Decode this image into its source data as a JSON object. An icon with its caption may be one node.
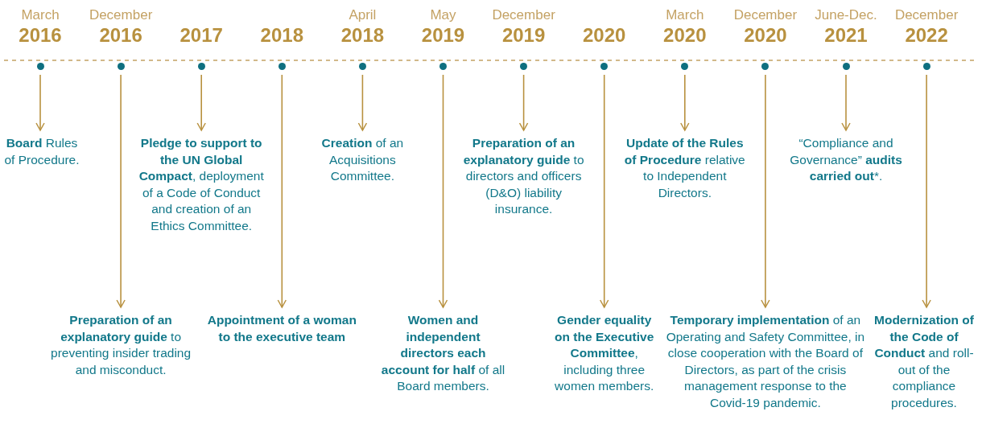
{
  "diagram": {
    "nodes": [
      {
        "text": [
          "March",
          "2016"
        ]
      },
      {
        "text": [
          "December",
          "2016"
        ]
      },
      {
        "text": [
          "2017"
        ]
      },
      {
        "text": [
          "2018"
        ]
      },
      {
        "text": [
          "April",
          "2018"
        ]
      },
      {
        "text": [
          "May",
          "2019"
        ]
      },
      {
        "text": [
          "December",
          "2019"
        ]
      },
      {
        "text": [
          "2020"
        ]
      },
      {
        "text": [
          "March",
          "2020"
        ]
      },
      {
        "text": [
          "December",
          "2020"
        ]
      },
      {
        "text": [
          "June-Dec.",
          "2021"
        ]
      },
      {
        "text": [
          "December",
          "2022"
        ]
      },
      {
        "text": [
          "**Board** Rules of Procedure."
        ]
      },
      {
        "text": [
          "**Preparation of an explanatory guide** to preventing insider trading and misconduct."
        ]
      },
      {
        "text": [
          "**Pledge to support to the UN Global Compact**, deployment of a Code of Conduct and creation of an Ethics Committee."
        ]
      },
      {
        "text": [
          "**Appointment of a woman to the executive team**"
        ]
      },
      {
        "text": [
          "**Creation** of an Acquisitions Committee."
        ]
      },
      {
        "text": [
          "**Women and independent directors each account for half** of all Board members."
        ]
      },
      {
        "text": [
          "**Preparation of an explanatory guide** to directors and officers (D&O) liability insurance."
        ]
      },
      {
        "text": [
          "**Gender equality on the Executive Committee**, including three women members."
        ]
      },
      {
        "text": [
          "**Update of the Rules of Procedure** relative to Independent Directors."
        ]
      },
      {
        "text": [
          "**Temporary implementation** of an Operating and Safety Committee, in close cooperation with the Board of Directors, as part of the crisis management response to the Covid-19 pandemic."
        ]
      },
      {
        "text": [
          "“Compliance and Governance” **audits carried out***."
        ]
      },
      {
        "text": [
          "**Modernization of the Code of Conduct** and roll-out of the compliance procedures."
        ]
      }
    ],
    "edges": [
      {
        "from": 0,
        "to": 12,
        "arrow": "to"
      },
      {
        "from": 1,
        "to": 13,
        "arrow": "to"
      },
      {
        "from": 2,
        "to": 14,
        "arrow": "to"
      },
      {
        "from": 3,
        "to": 15,
        "arrow": "to"
      },
      {
        "from": 4,
        "to": 16,
        "arrow": "to"
      },
      {
        "from": 5,
        "to": 17,
        "arrow": "to"
      },
      {
        "from": 6,
        "to": 18,
        "arrow": "to"
      },
      {
        "from": 7,
        "to": 19,
        "arrow": "to"
      },
      {
        "from": 8,
        "to": 20,
        "arrow": "to"
      },
      {
        "from": 9,
        "to": 21,
        "arrow": "to"
      },
      {
        "from": 10,
        "to": 22,
        "arrow": "to"
      },
      {
        "from": 11,
        "to": 23,
        "arrow": "to"
      }
    ]
  }
}
